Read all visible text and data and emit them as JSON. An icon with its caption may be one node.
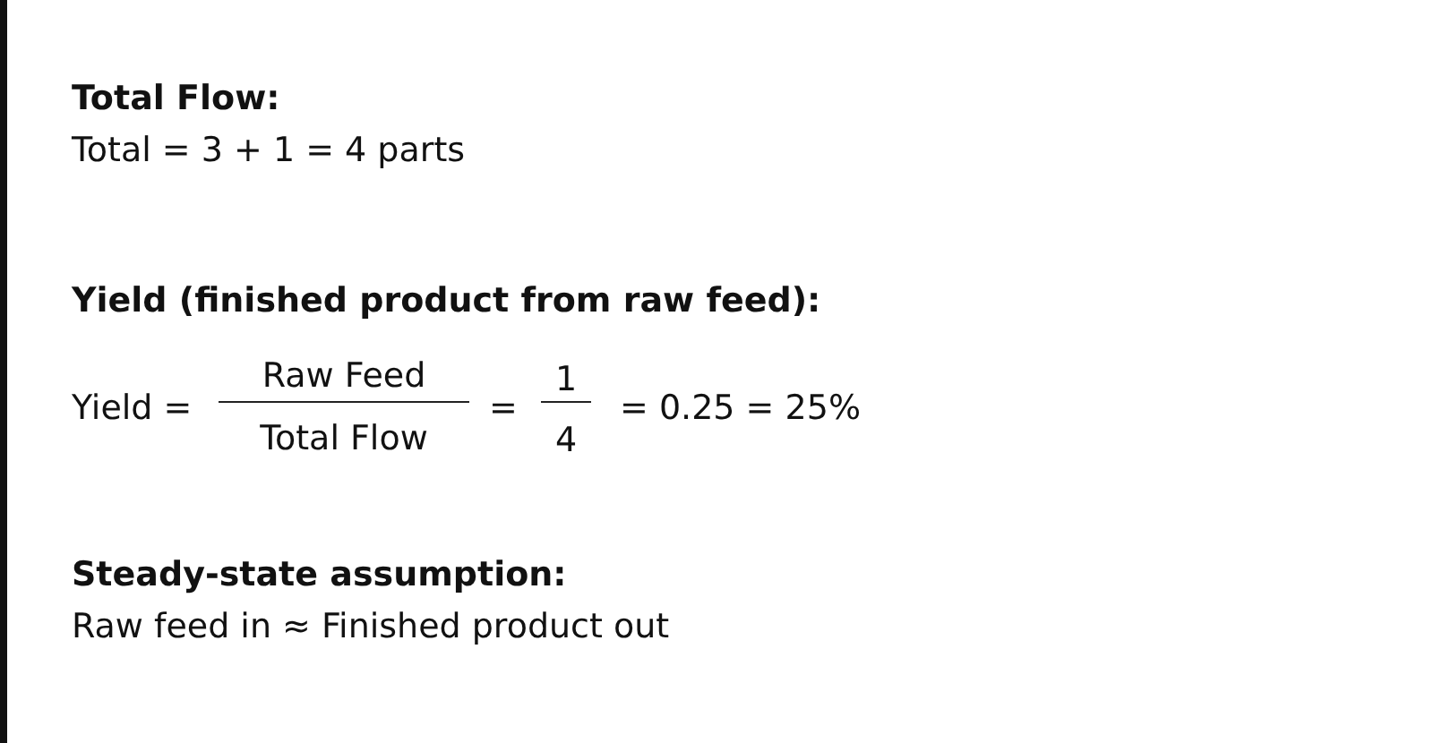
{
  "diagram": {
    "labels": [
      "Total Flow:",
      "Total = 3 + 1 = 4 parts",
      "Yield (finished product from raw feed):",
      "Yield =",
      "Raw Feed",
      "Total Flow",
      "=",
      "1",
      "4",
      "= 0.25 = 25%",
      "Steady-state assumption:",
      "Raw feed in ≈ Finished product out"
    ]
  }
}
